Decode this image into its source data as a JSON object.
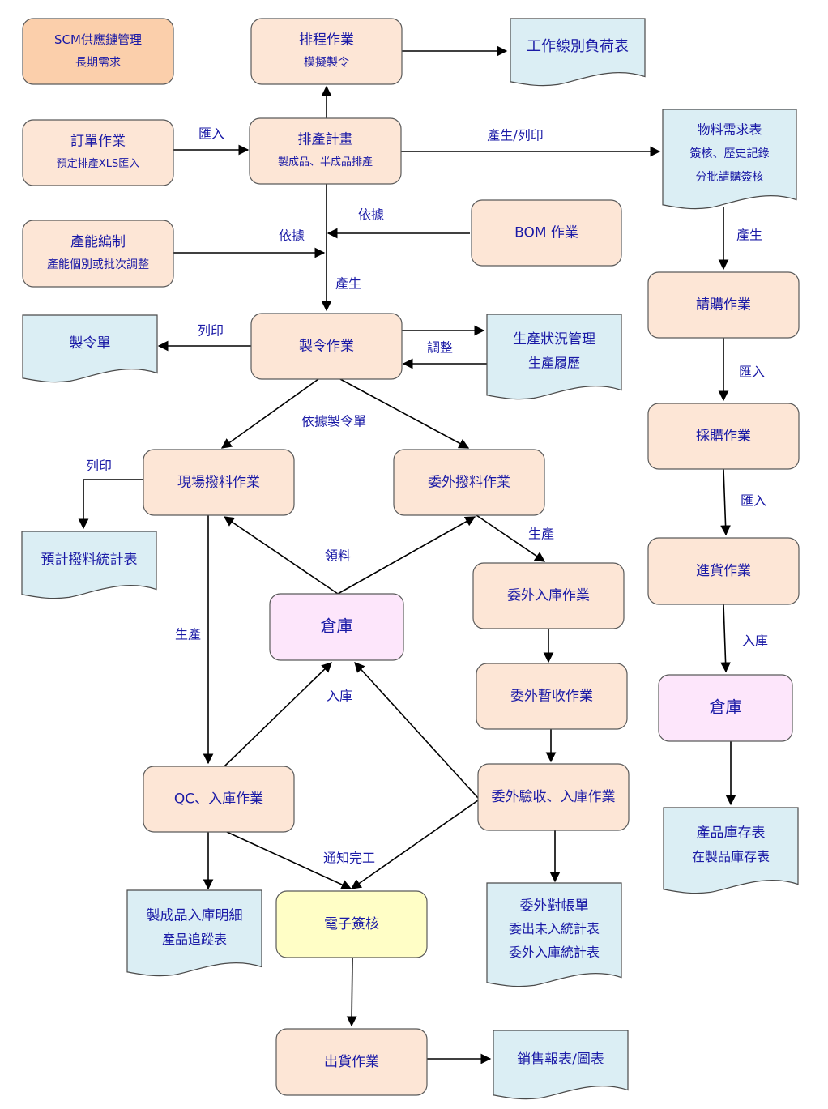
{
  "colors": {
    "process_fill": "#fde6d6",
    "process_stroke": "#5a5a5a",
    "orange_fill": "#fbcfab",
    "doc_fill": "#dbeef4",
    "doc_stroke": "#4a4a4a",
    "warehouse_fill": "#fde6fb",
    "approval_fill": "#fffec6",
    "text": "#1a1aa6",
    "arrow": "#000000"
  },
  "nodes": {
    "scm": {
      "kind": "orange",
      "lines": [
        "SCM供應鏈管理",
        "長期需求"
      ]
    },
    "scheduling": {
      "kind": "process",
      "lines": [
        "排程作業",
        "模擬製令"
      ]
    },
    "line_load": {
      "kind": "document",
      "lines": [
        "工作線別負荷表"
      ]
    },
    "order": {
      "kind": "process",
      "lines": [
        "訂單作業",
        "預定排產XLS匯入"
      ]
    },
    "prod_plan": {
      "kind": "process",
      "lines": [
        "排產計畫",
        "製成品、半成品排產"
      ]
    },
    "mat_req": {
      "kind": "document",
      "lines": [
        "物料需求表",
        "簽核、歷史記錄",
        "分批請購簽核"
      ]
    },
    "capacity": {
      "kind": "process",
      "lines": [
        "產能編制",
        "產能個別或批次調整"
      ]
    },
    "bom": {
      "kind": "process",
      "lines": [
        "BOM 作業"
      ]
    },
    "requisition": {
      "kind": "process",
      "lines": [
        "請購作業"
      ]
    },
    "mo_doc": {
      "kind": "document",
      "lines": [
        "製令單"
      ]
    },
    "mo": {
      "kind": "process",
      "lines": [
        "製令作業"
      ]
    },
    "prod_status": {
      "kind": "document",
      "lines": [
        "生產狀況管理",
        "生產履歷"
      ]
    },
    "purchase": {
      "kind": "process",
      "lines": [
        "採購作業"
      ]
    },
    "site_issue": {
      "kind": "process",
      "lines": [
        "現場撥料作業"
      ]
    },
    "out_issue": {
      "kind": "process",
      "lines": [
        "委外撥料作業"
      ]
    },
    "issue_stats": {
      "kind": "document",
      "lines": [
        "預計撥料統計表"
      ]
    },
    "out_receive": {
      "kind": "process",
      "lines": [
        "委外入庫作業"
      ]
    },
    "receiving": {
      "kind": "process",
      "lines": [
        "進貨作業"
      ]
    },
    "warehouse1": {
      "kind": "warehouse",
      "lines": [
        "倉庫"
      ]
    },
    "out_temp": {
      "kind": "process",
      "lines": [
        "委外暫收作業"
      ]
    },
    "warehouse2": {
      "kind": "warehouse",
      "lines": [
        "倉庫"
      ]
    },
    "qc": {
      "kind": "process",
      "lines": [
        "QC、入庫作業"
      ]
    },
    "out_inspect": {
      "kind": "process",
      "lines": [
        "委外驗收、入庫作業"
      ]
    },
    "stock_report": {
      "kind": "document",
      "lines": [
        "產品庫存表",
        "在製品庫存表"
      ]
    },
    "fg_detail": {
      "kind": "document",
      "lines": [
        "製成品入庫明細",
        "產品追蹤表"
      ]
    },
    "e_sign": {
      "kind": "approval",
      "lines": [
        "電子簽核"
      ]
    },
    "out_reconcile": {
      "kind": "document",
      "lines": [
        "委外對帳單",
        "委出未入統計表",
        "委外入庫統計表"
      ]
    },
    "shipping": {
      "kind": "process",
      "lines": [
        "出貨作業"
      ]
    },
    "sales_report": {
      "kind": "document",
      "lines": [
        "銷售報表/圖表"
      ]
    }
  },
  "edge_labels": {
    "import_order": "匯入",
    "generate_print": "產生/列印",
    "basis_bom": "依據",
    "basis_capacity": "依據",
    "generate_mo": "產生",
    "generate_req": "產生",
    "print_mo": "列印",
    "adjust": "調整",
    "import_purchase": "匯入",
    "basis_mo_doc": "依據製令單",
    "print_issue": "列印",
    "import_receiving": "匯入",
    "produce_out": "生產",
    "pick_material": "領料",
    "produce_site": "生產",
    "stock_in_receiving": "入庫",
    "stock_in_qc": "入庫",
    "notify_done": "通知完工"
  }
}
